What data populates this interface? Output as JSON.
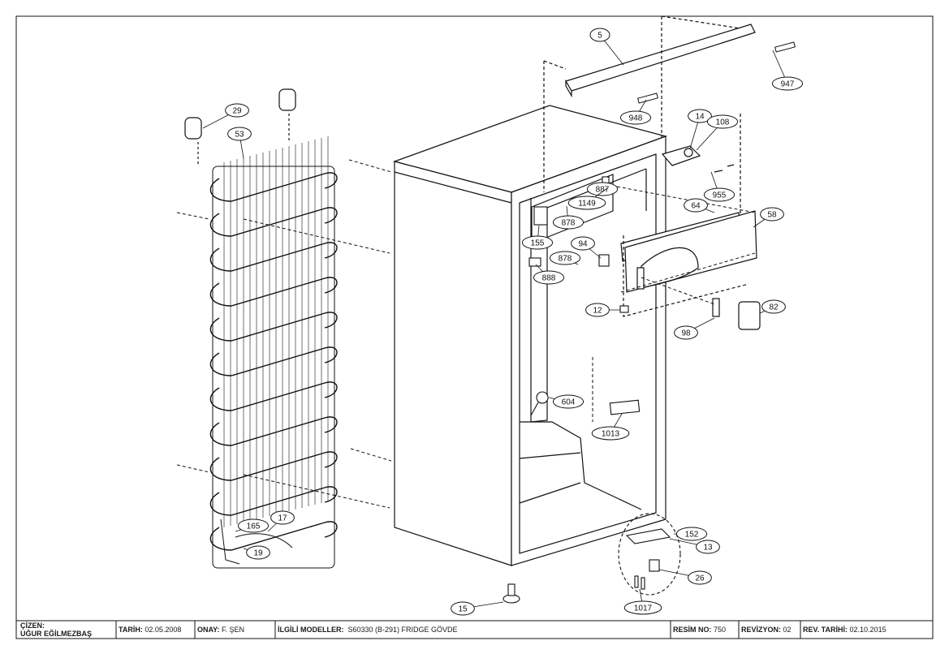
{
  "title_block": {
    "drawn_by_label": "ÇİZEN:",
    "drawn_by": "UĞUR EĞİLMEZBAŞ",
    "date_label": "TARİH:",
    "date": "02.05.2008",
    "approved_label": "ONAY:",
    "approved_by": "F. ŞEN",
    "models_label": "İLGİLİ MODELLER:",
    "models": "S60330 (B-291) FRIDGE GÖVDE",
    "drawing_no_label": "RESİM NO:",
    "drawing_no": "750",
    "revision_label": "REVİZYON:",
    "revision": "02",
    "rev_date_label": "REV. TARİHİ:",
    "rev_date": "02.10.2015"
  },
  "callouts": [
    {
      "id": "c5",
      "label": "5"
    },
    {
      "id": "c947",
      "label": "947"
    },
    {
      "id": "c948",
      "label": "948"
    },
    {
      "id": "c14",
      "label": "14"
    },
    {
      "id": "c108",
      "label": "108"
    },
    {
      "id": "c955",
      "label": "955"
    },
    {
      "id": "c29",
      "label": "29"
    },
    {
      "id": "c53",
      "label": "53"
    },
    {
      "id": "c887",
      "label": "887"
    },
    {
      "id": "c1149",
      "label": "1149"
    },
    {
      "id": "c64",
      "label": "64"
    },
    {
      "id": "c58",
      "label": "58"
    },
    {
      "id": "c878a",
      "label": "878"
    },
    {
      "id": "c155",
      "label": "155"
    },
    {
      "id": "c94",
      "label": "94"
    },
    {
      "id": "c878b",
      "label": "878"
    },
    {
      "id": "c888",
      "label": "888"
    },
    {
      "id": "c12",
      "label": "12"
    },
    {
      "id": "c82",
      "label": "82"
    },
    {
      "id": "c98",
      "label": "98"
    },
    {
      "id": "c604",
      "label": "604"
    },
    {
      "id": "c1013",
      "label": "1013"
    },
    {
      "id": "c152",
      "label": "152"
    },
    {
      "id": "c13",
      "label": "13"
    },
    {
      "id": "c26",
      "label": "26"
    },
    {
      "id": "c1017",
      "label": "1017"
    },
    {
      "id": "c15",
      "label": "15"
    },
    {
      "id": "c165",
      "label": "165"
    },
    {
      "id": "c17",
      "label": "17"
    },
    {
      "id": "c19",
      "label": "19"
    }
  ]
}
